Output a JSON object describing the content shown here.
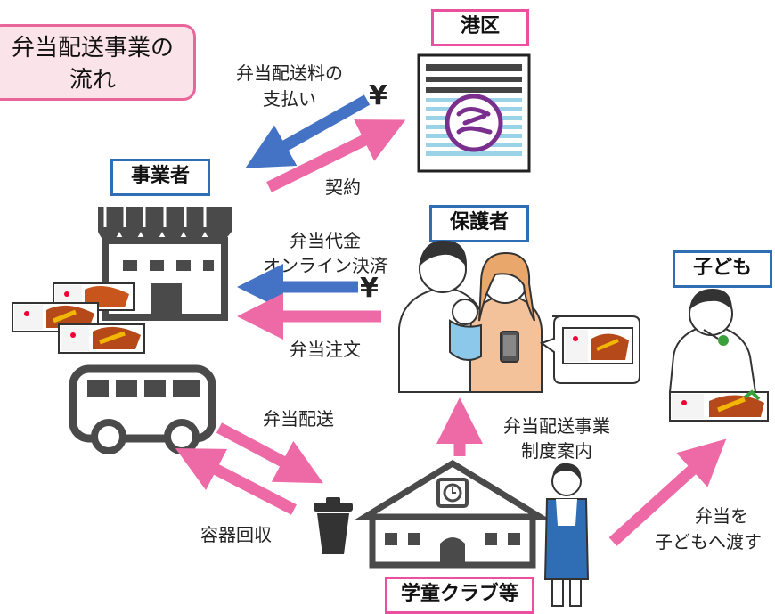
{
  "title": {
    "line1": "弁当配送事業の",
    "line2": "流れ"
  },
  "nodes": {
    "minato": "港区",
    "operator": "事業者",
    "guardian": "保護者",
    "child": "子ども",
    "club": "学童クラブ等"
  },
  "flows": {
    "payment_fee_1": "弁当配送料の",
    "payment_fee_2": "支払い",
    "contract": "契約",
    "lunch_price_1": "弁当代金",
    "lunch_price_2": "オンライン決済",
    "order": "弁当注文",
    "delivery": "弁当配送",
    "container": "容器回収",
    "info_1": "弁当配送事業",
    "info_2": "制度案内",
    "handover_1": "弁当を",
    "handover_2": "子どもへ渡す"
  },
  "currency_symbol": "¥",
  "colors": {
    "pink": "#ee6aa7",
    "blue": "#4472c4",
    "title_bg": "#fbe3ea",
    "dark": "#4a4a4a"
  }
}
